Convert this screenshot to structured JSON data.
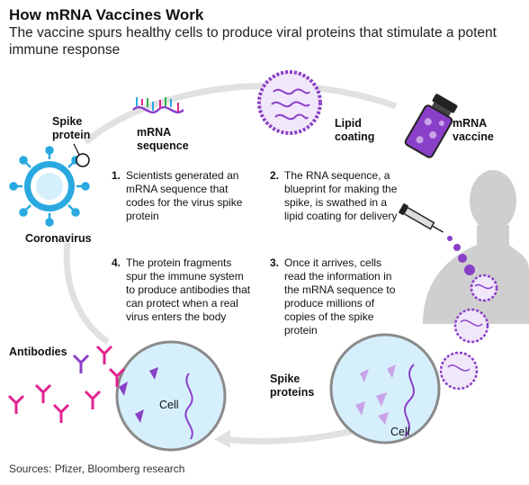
{
  "title": "How mRNA Vaccines Work",
  "subtitle": "The vaccine spurs healthy cells to produce viral proteins that stimulate a potent immune response",
  "labels": {
    "spike_protein": "Spike protein",
    "coronavirus": "Coronavirus",
    "mrna_sequence": "mRNA sequence",
    "lipid_coating": "Lipid coating",
    "mrna_vaccine": "mRNA vaccine",
    "antibodies": "Antibodies",
    "spike_proteins": "Spike proteins",
    "cell_left": "Cell",
    "cell_right": "Cell"
  },
  "steps": [
    {
      "num": "1.",
      "text": "Scientists generated an mRNA sequence that codes for the virus spike protein"
    },
    {
      "num": "2.",
      "text": "The RNA sequence, a blueprint for making the spike, is swathed in a lipid coating for delivery"
    },
    {
      "num": "3.",
      "text": "Once it arrives, cells read the information in the mRNA sequence to produce millions of copies of the spike protein"
    },
    {
      "num": "4.",
      "text": "The protein fragments spur the immune system to produce antibodies that can protect when a real virus enters the body"
    }
  ],
  "source": "Sources: Pfizer, Bloomberg research",
  "colors": {
    "virus_blue": "#29a9e0",
    "cell_fill": "#d6effc",
    "purple": "#8a3fc8",
    "light_purple": "#c9a3e8",
    "pink": "#e0238f",
    "gray_arrow": "#e1e1e1",
    "silhouette": "#cfcfcf"
  }
}
